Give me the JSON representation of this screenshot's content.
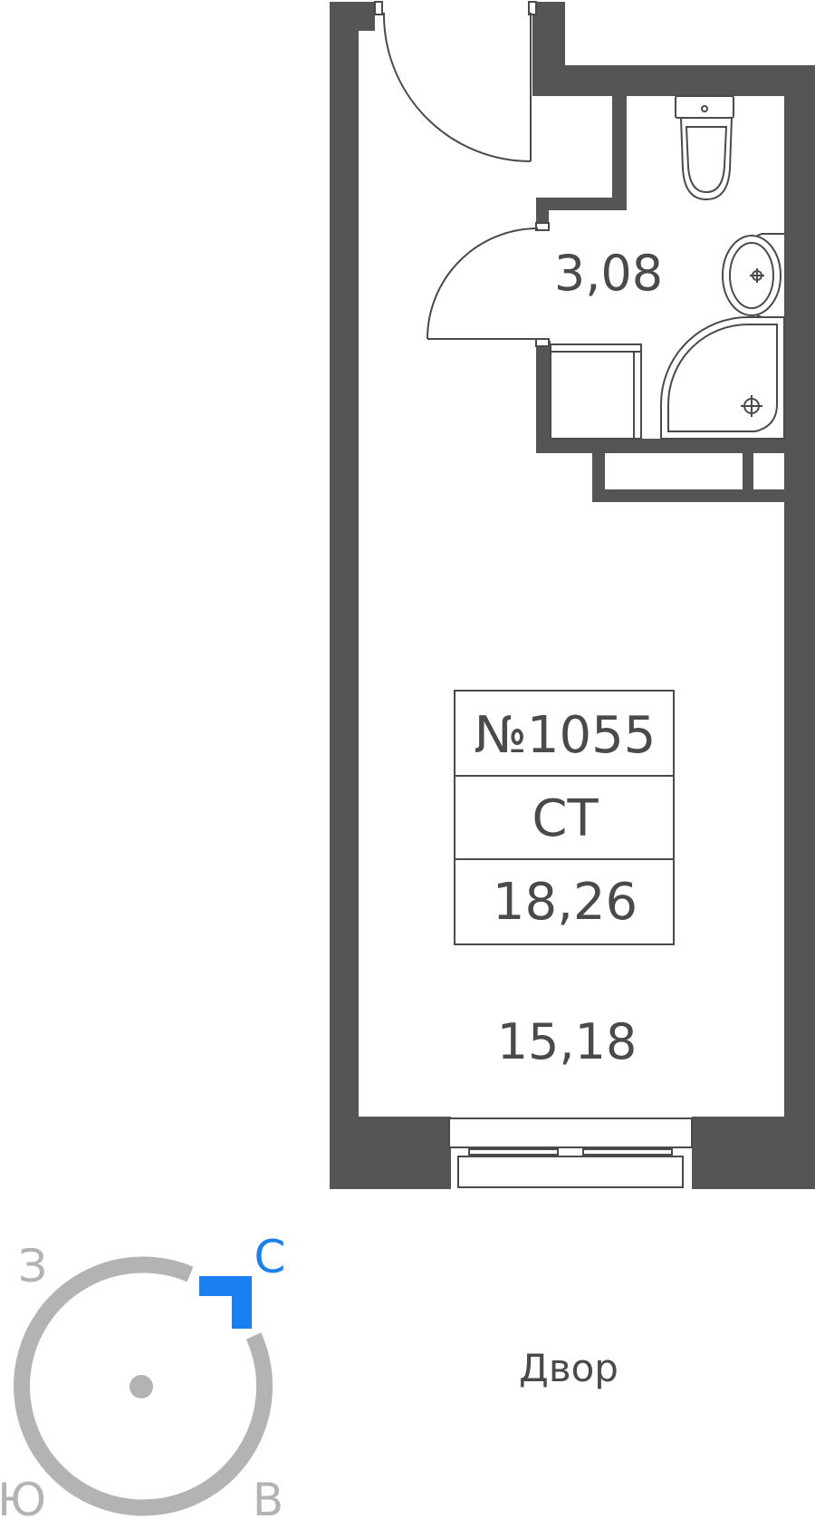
{
  "apartment": {
    "number": "№1055",
    "type": "СТ",
    "total_area": "18,26"
  },
  "rooms": {
    "bathroom_area": "3,08",
    "main_room_area": "15,18"
  },
  "courtyard_label": "Двор",
  "compass": {
    "north": "С",
    "west": "З",
    "south": "Ю",
    "east": "В",
    "north_color": "#1a7ff0",
    "ring_color": "#b3b3b3"
  },
  "colors": {
    "wall": "#555555",
    "line": "#4a4a4a"
  }
}
